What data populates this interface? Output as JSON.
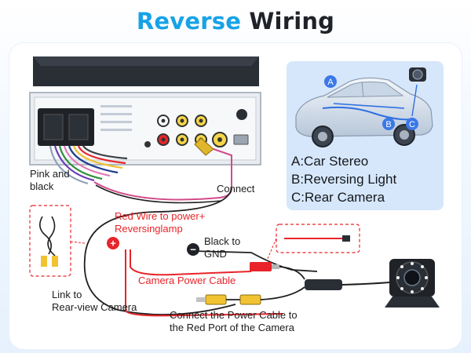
{
  "title": {
    "part1": "Reverse",
    "part2": "Wiring"
  },
  "legend": {
    "callouts": [
      "A",
      "B",
      "C"
    ],
    "items": [
      "A:Car Stereo",
      "B:Reversing Light",
      "C:Rear Camera"
    ]
  },
  "labels": {
    "pink_black": "Pink and\nblack",
    "connect": "Connect",
    "red_wire": "Red Wire to power+\nReversinglamp",
    "black_gnd": "Black to\nGND",
    "camera_power_cable": "Camera Power Cable",
    "link_camera": "Link to\nRear-view Camera",
    "connect_power": "Connect the Power Cable to\nthe Red Port of the Camera"
  },
  "symbols": {
    "plus": "+",
    "minus": "−"
  },
  "colors": {
    "accent": "#17a2e6",
    "red_wire": "#e8242a",
    "dashed_box": "#e8242a",
    "legend_bg": "#d6e7fb"
  }
}
